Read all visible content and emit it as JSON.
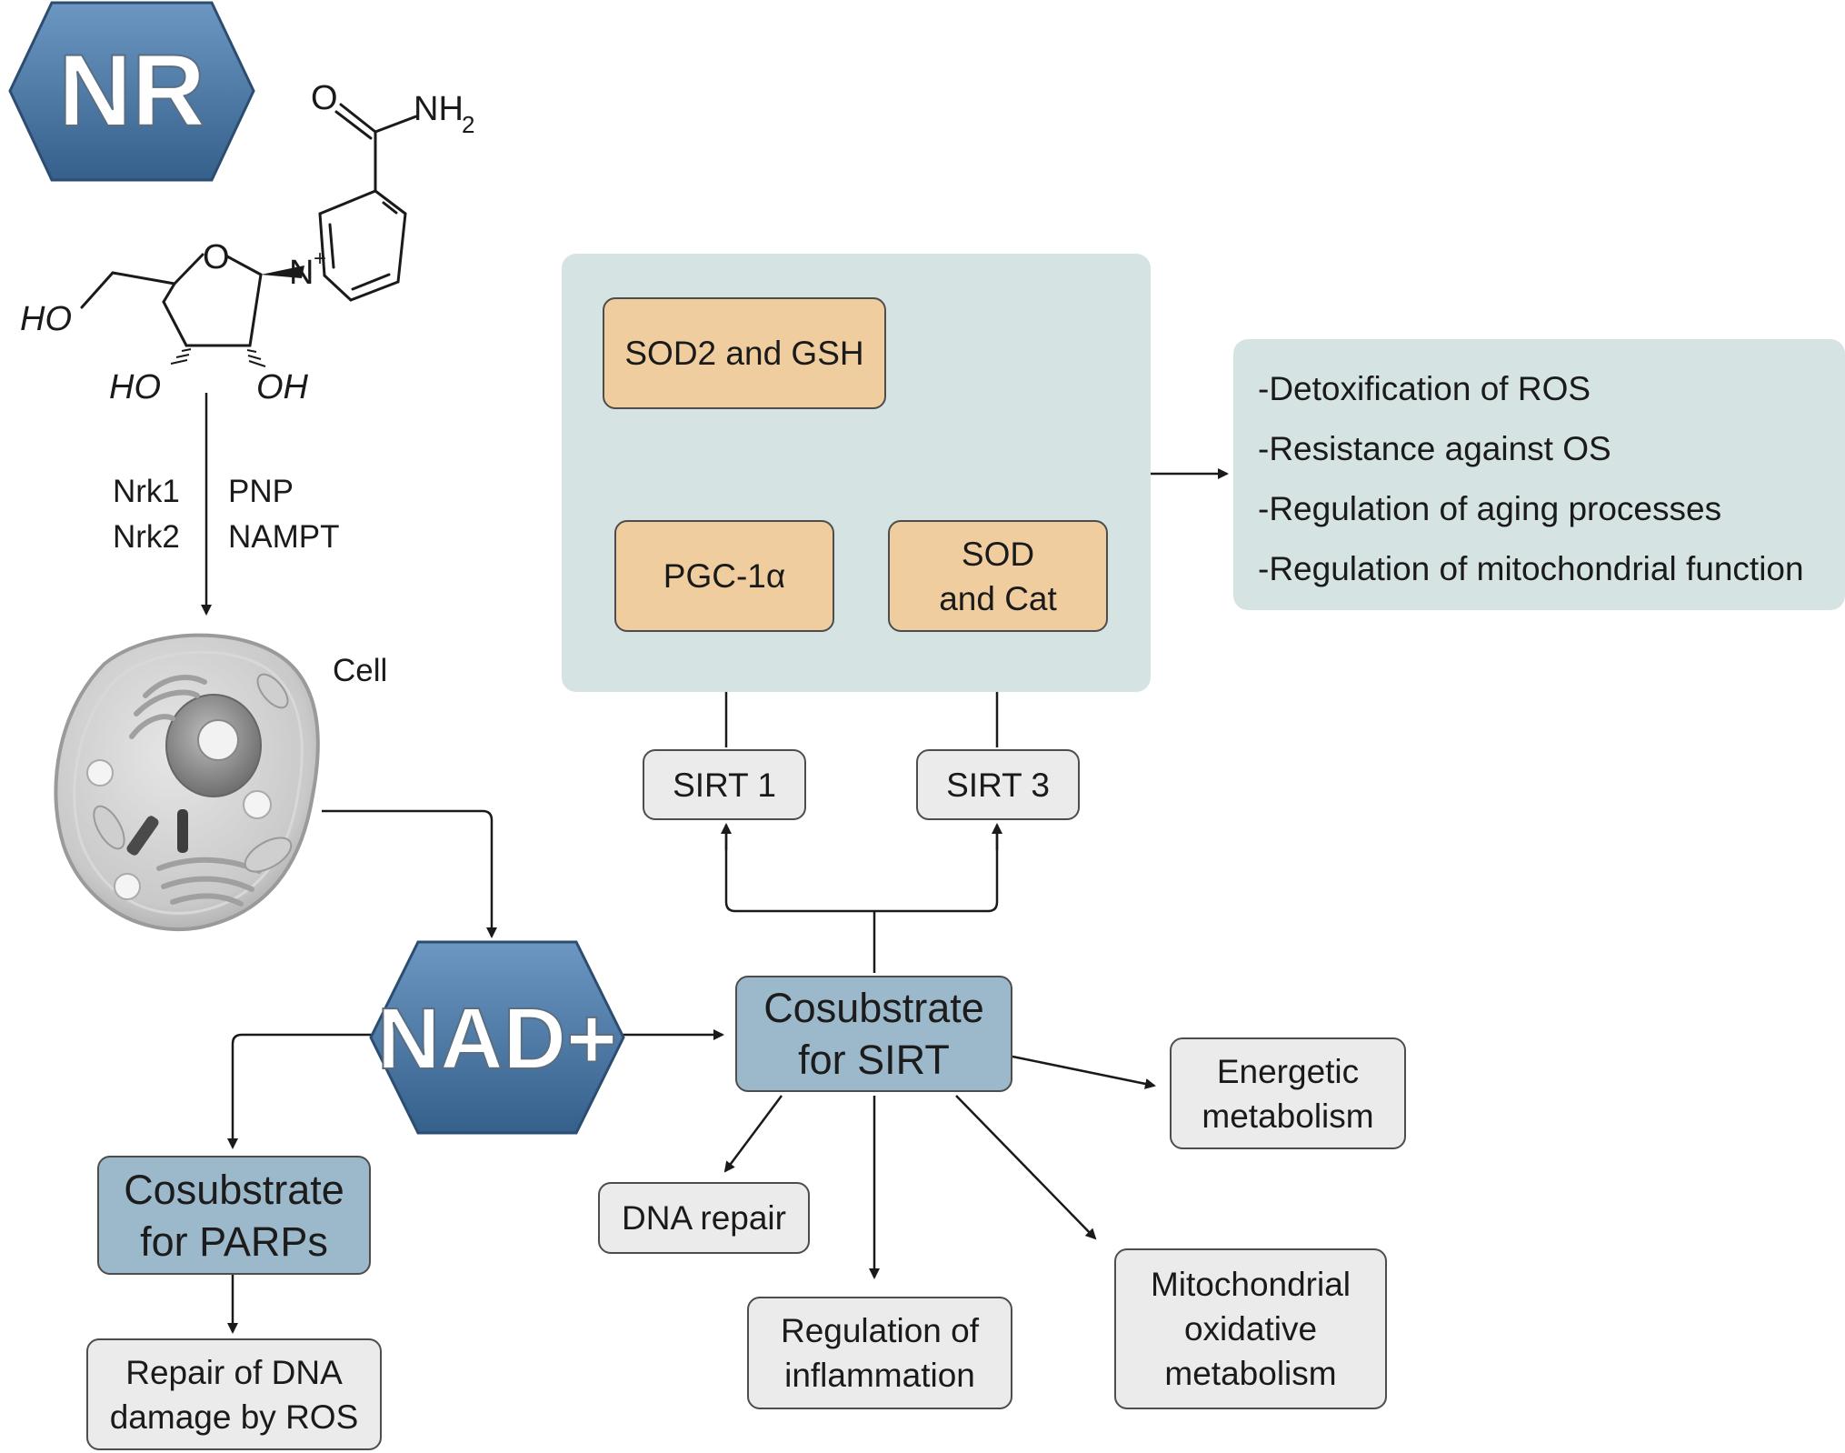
{
  "nr_label": "NR",
  "nad_label": "NAD+",
  "cell_label": "Cell",
  "molecule": {
    "o_carbonyl": "O",
    "nh2_main": "NH",
    "nh2_sub": "2",
    "ring_o": "O",
    "n_plus": "N",
    "plus_sign": "+",
    "ho_left": "HO",
    "ho_bottom": "HO",
    "oh_bottom": "OH"
  },
  "enzymes_left": [
    "Nrk1",
    "Nrk2"
  ],
  "enzymes_right": [
    "PNP",
    "NAMPT"
  ],
  "boxes": {
    "sod2_gsh": "SOD2 and GSH",
    "pgc1a": "PGC-1α",
    "sod_cat": [
      "SOD",
      "and Cat"
    ],
    "sirt1": "SIRT 1",
    "sirt3": "SIRT 3",
    "cosubstrate_sirt": [
      "Cosubstrate",
      "for SIRT"
    ],
    "cosubstrate_parps": [
      "Cosubstrate",
      "for PARPs"
    ],
    "repair_dna": [
      "Repair of DNA",
      "damage by ROS"
    ],
    "dna_repair": "DNA repair",
    "regulation_inflammation": [
      "Regulation of",
      "inflammation"
    ],
    "mito_oxidative": [
      "Mitochondrial",
      "oxidative",
      "metabolism"
    ],
    "energetic": [
      "Energetic",
      "metabolism"
    ]
  },
  "outcomes": [
    "-Detoxification of ROS",
    "-Resistance against OS",
    "-Regulation of aging processes",
    "-Regulation of mitochondrial function"
  ],
  "colors": {
    "hexagon_blue": "#4f7eab",
    "blue_box": "#9cb9cb",
    "orange_box": "#f0cd9e",
    "gray_box": "#ebebeb",
    "panel": "#d6e3e3"
  }
}
